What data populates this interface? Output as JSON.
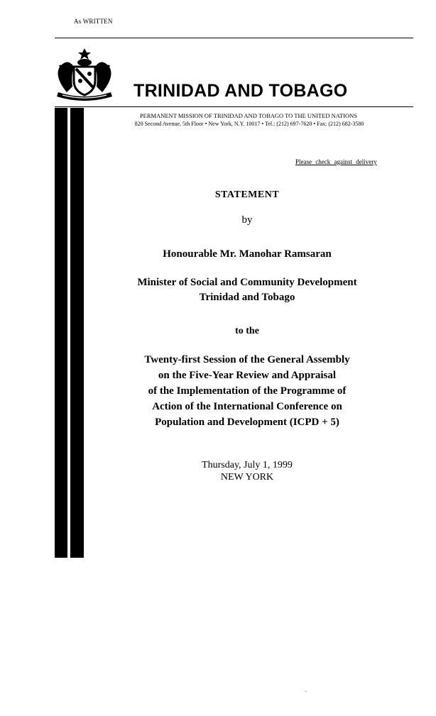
{
  "header": {
    "stamp": "As WRITTEN",
    "country": "TRINIDAD AND TOBAGO",
    "mission": "PERMANENT MISSION OF TRINIDAD AND TOBAGO TO THE UNITED NATIONS",
    "address": "820 Second Avenue, 5th Floor • New York, N.Y. 10017 • Tel.: (212) 697-7620 • Fax: (212) 682-3580",
    "crest_icon": "coat-of-arms-icon"
  },
  "delivery_note": "Please check against delivery",
  "statement": {
    "heading": "STATEMENT",
    "by": "by",
    "speaker": "Honourable Mr. Manohar Ramsaran",
    "title_line1": "Minister of Social and Community Development",
    "title_line2": "Trinidad and Tobago",
    "to_the": "to the",
    "session_lines": [
      "Twenty-first Session of the General Assembly",
      "on the Five-Year Review and Appraisal",
      "of the Implementation of the Programme of",
      "Action of the International Conference on",
      "Population and Development (ICPD + 5)"
    ],
    "date": "Thursday, July 1, 1999",
    "place": "NEW YORK"
  },
  "footer_mark": "."
}
